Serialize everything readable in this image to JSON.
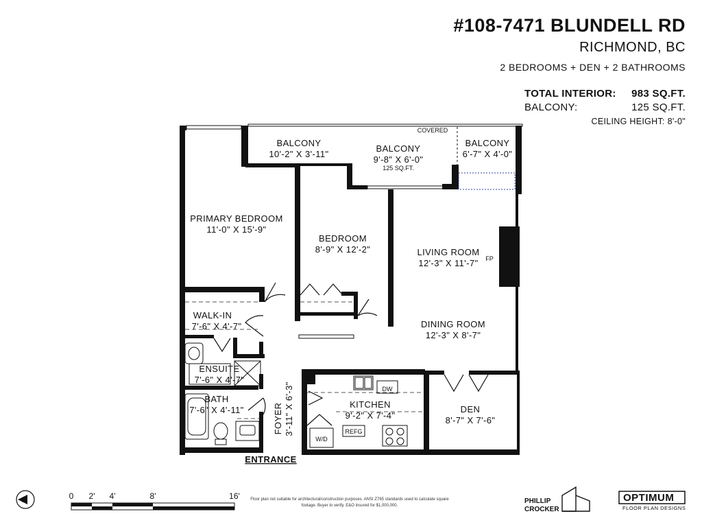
{
  "header": {
    "address": "#108-7471 BLUNDELL RD",
    "city": "RICHMOND, BC",
    "summary": "2 BEDROOMS + DEN + 2 BATHROOMS"
  },
  "stats": {
    "interior_label": "TOTAL INTERIOR:",
    "interior_value": "983 SQ.FT.",
    "balcony_label": "BALCONY:",
    "balcony_value": "125 SQ.FT.",
    "ceiling": "CEILING HEIGHT: 8'-0\""
  },
  "rooms": {
    "balcony_left": {
      "name": "BALCONY",
      "dims": "10'-2\" X 3'-11\""
    },
    "balcony_mid": {
      "name": "BALCONY",
      "dims": "9'-8\" X 6'-0\"",
      "area": "125 SQ.FT."
    },
    "balcony_right": {
      "name": "BALCONY",
      "dims": "6'-7\" X 4'-0\""
    },
    "covered": "COVERED",
    "primary": {
      "name": "PRIMARY BEDROOM",
      "dims": "11'-0\" X 15'-9\""
    },
    "bedroom": {
      "name": "BEDROOM",
      "dims": "8'-9\" X 12'-2\""
    },
    "living": {
      "name": "LIVING ROOM",
      "dims": "12'-3\" X 11'-7\""
    },
    "fp": "FP",
    "dining": {
      "name": "DINING ROOM",
      "dims": "12'-3\" X 8'-7\""
    },
    "walkin": {
      "name": "WALK-IN",
      "dims": "7'-6\" X 4'-7\""
    },
    "ensuite": {
      "name": "ENSUITE",
      "dims": "7'-6\" X 4'-7\""
    },
    "bath": {
      "name": "BATH",
      "dims": "7'-6\" X 4'-11\""
    },
    "foyer": {
      "name": "FOYER",
      "dims": "3'-11\" X 6'-3\""
    },
    "kitchen": {
      "name": "KITCHEN",
      "dims": "9'-2\" X 7'-4\""
    },
    "den": {
      "name": "DEN",
      "dims": "8'-7\" X 7'-6\""
    },
    "dw": "DW",
    "refg": "REFG",
    "wd": "W/D",
    "entrance": "ENTRANCE"
  },
  "scale": {
    "ticks": [
      "0",
      "2'",
      "4'",
      "8'",
      "16'"
    ],
    "north": "N"
  },
  "footer": {
    "disclaimer": "Floor plan not suitable for architectural/construction purposes. ANSI Z765 standards used to calculate square footage. Buyer to verify. E&O insured for $1,000,000.",
    "brand1_line1": "PHILLIP",
    "brand1_line2": "CROCKER",
    "brand2": "OPTIMUM",
    "brand2_sub": "FLOOR PLAN DESIGNS"
  }
}
